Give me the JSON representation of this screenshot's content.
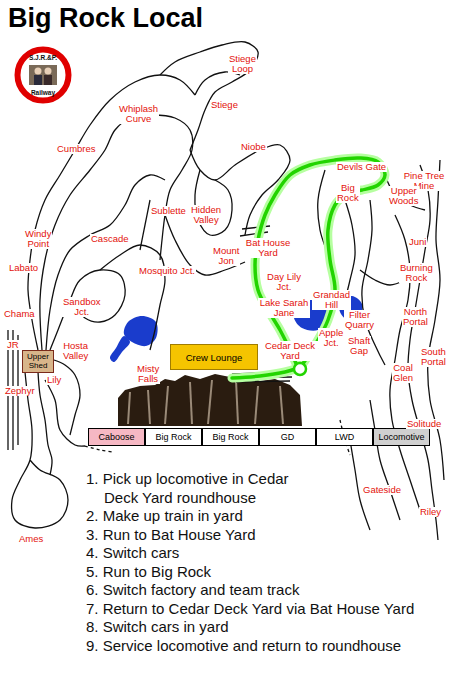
{
  "diagram": {
    "title": "Big Rock Local",
    "nodes": [
      {
        "text": [
          "S.J.R.&P.",
          "Railway"
        ]
      },
      {
        "text": [
          "Crew Lounge"
        ]
      },
      {
        "text": [
          "Upper Shed"
        ]
      },
      {
        "text": [
          "Caboose"
        ]
      },
      {
        "text": [
          "Big Rock"
        ]
      },
      {
        "text": [
          "Big Rock"
        ]
      },
      {
        "text": [
          "GD"
        ]
      },
      {
        "text": [
          "LWD"
        ]
      },
      {
        "text": [
          "Locomotive"
        ]
      }
    ],
    "labels": [
      "Stiege Loop",
      "Whiplash Curve",
      "Stiege",
      "Niobe",
      "Cumbres",
      "Pine Tree Mine",
      "Devils Gate",
      "Big Rock",
      "Upper Woods",
      "Hidden Valley",
      "Sublette",
      "Windy Point",
      "Cascade",
      "Bat House Yard",
      "Mount Jon",
      "Juni",
      "Labato",
      "Mosquito Jct.",
      "Burning Rock",
      "Day Lily Jct.",
      "Grandad Hill",
      "Chama",
      "Sandbox Jct.",
      "Lake Sarah Jane",
      "Filter Quarry",
      "North Portal",
      "Apple Jct.",
      "Shaft Gap",
      "JR",
      "Hosta Valley",
      "Cedar Deck Yard",
      "Misty Falls",
      "South Portal",
      "Coal Glen",
      "Zephyr",
      "Lily",
      "Solitude",
      "Gateside",
      "Riley",
      "Ames",
      "1. Pick up locomotive in Cedar Deck Yard roundhouse",
      "2. Make up train in yard",
      "3. Run to Bat House Yard",
      "4. Switch cars",
      "5. Run to Big Rock",
      "6. Switch factory and team track",
      "7. Return to Cedar Deck Yard via Bat House Yard",
      "8. Switch cars in yard",
      "9. Service locomotive and return to roundhouse"
    ]
  }
}
